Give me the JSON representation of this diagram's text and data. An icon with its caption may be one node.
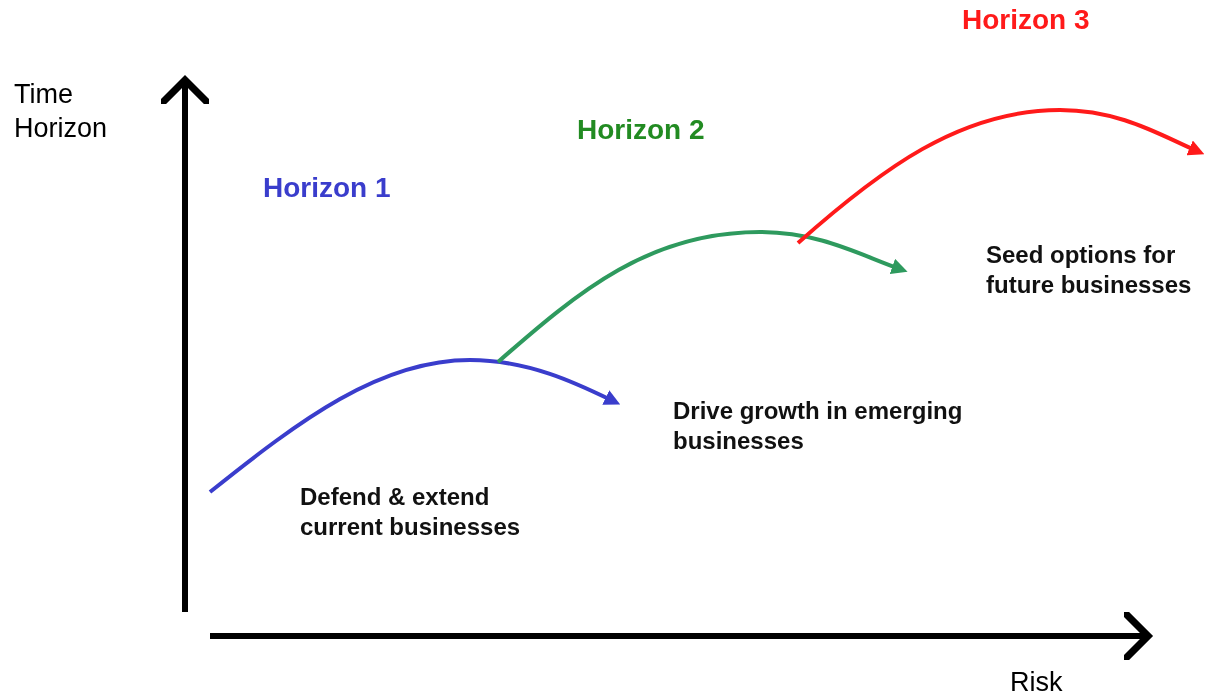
{
  "diagram": {
    "labels": [
      "Horizon 3",
      "Time Horizon",
      "Horizon 2",
      "Horizon 1",
      "Seed options for future businesses",
      "Drive growth in emerging businesses",
      "Defend & extend current businesses",
      "Risk"
    ]
  }
}
